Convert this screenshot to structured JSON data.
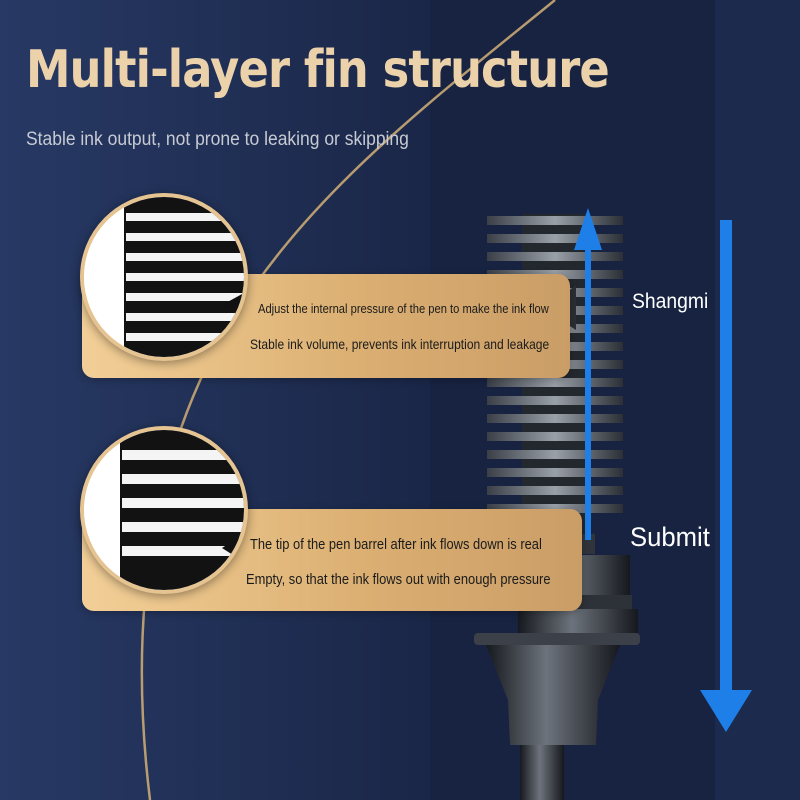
{
  "title": "Multi-layer fin structure",
  "subtitle": "Stable ink output, not prone to leaking or skipping",
  "callouts": [
    {
      "line1": "Adjust the internal pressure of the pen to make the ink flow",
      "line2": "Stable ink volume, prevents ink interruption and leakage"
    },
    {
      "line1": "The tip of the pen barrel after ink flows down is real",
      "line2": "Empty, so that the ink flows out with enough pressure"
    }
  ],
  "labels": {
    "up": "Shangmi",
    "down": "Submit"
  },
  "colors": {
    "background": "#1d2a4c",
    "title": "#ecd2aa",
    "callout": "#e3bb7f",
    "arrow": "#1f7fe8"
  },
  "icons": {
    "up_arrow": "arrow-up-icon",
    "down_arrow": "arrow-down-icon"
  }
}
